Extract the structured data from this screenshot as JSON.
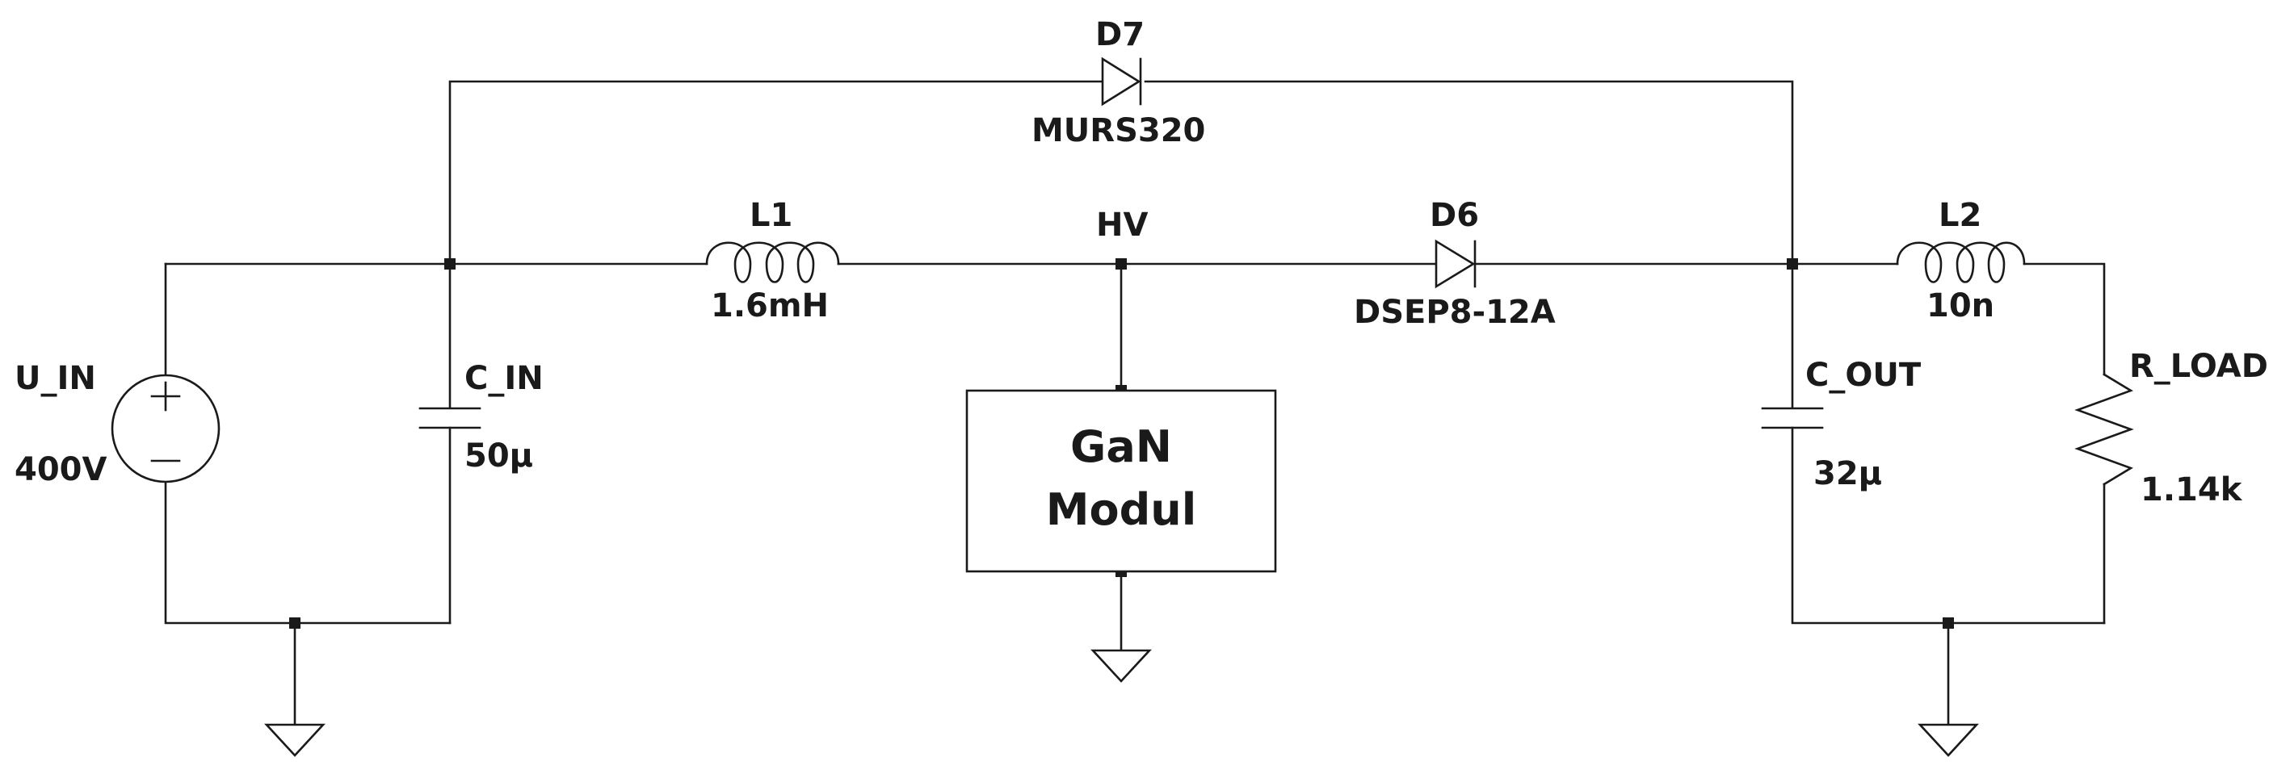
{
  "components": {
    "u_in": {
      "name": "U_IN",
      "value": "400V"
    },
    "c_in": {
      "name": "C_IN",
      "value": "50µ"
    },
    "l1": {
      "name": "L1",
      "value": "1.6mH"
    },
    "d7": {
      "name": "D7",
      "value": "MURS320"
    },
    "d6": {
      "name": "D6",
      "value": "DSEP8-12A"
    },
    "l2": {
      "name": "L2",
      "value": "10n"
    },
    "c_out": {
      "name": "C_OUT",
      "value": "32µ"
    },
    "r_load": {
      "name": "R_LOAD",
      "value": "1.14k"
    }
  },
  "nets": {
    "hv": "HV"
  },
  "gan_module": {
    "line1": "GaN",
    "line2": "Modul"
  }
}
